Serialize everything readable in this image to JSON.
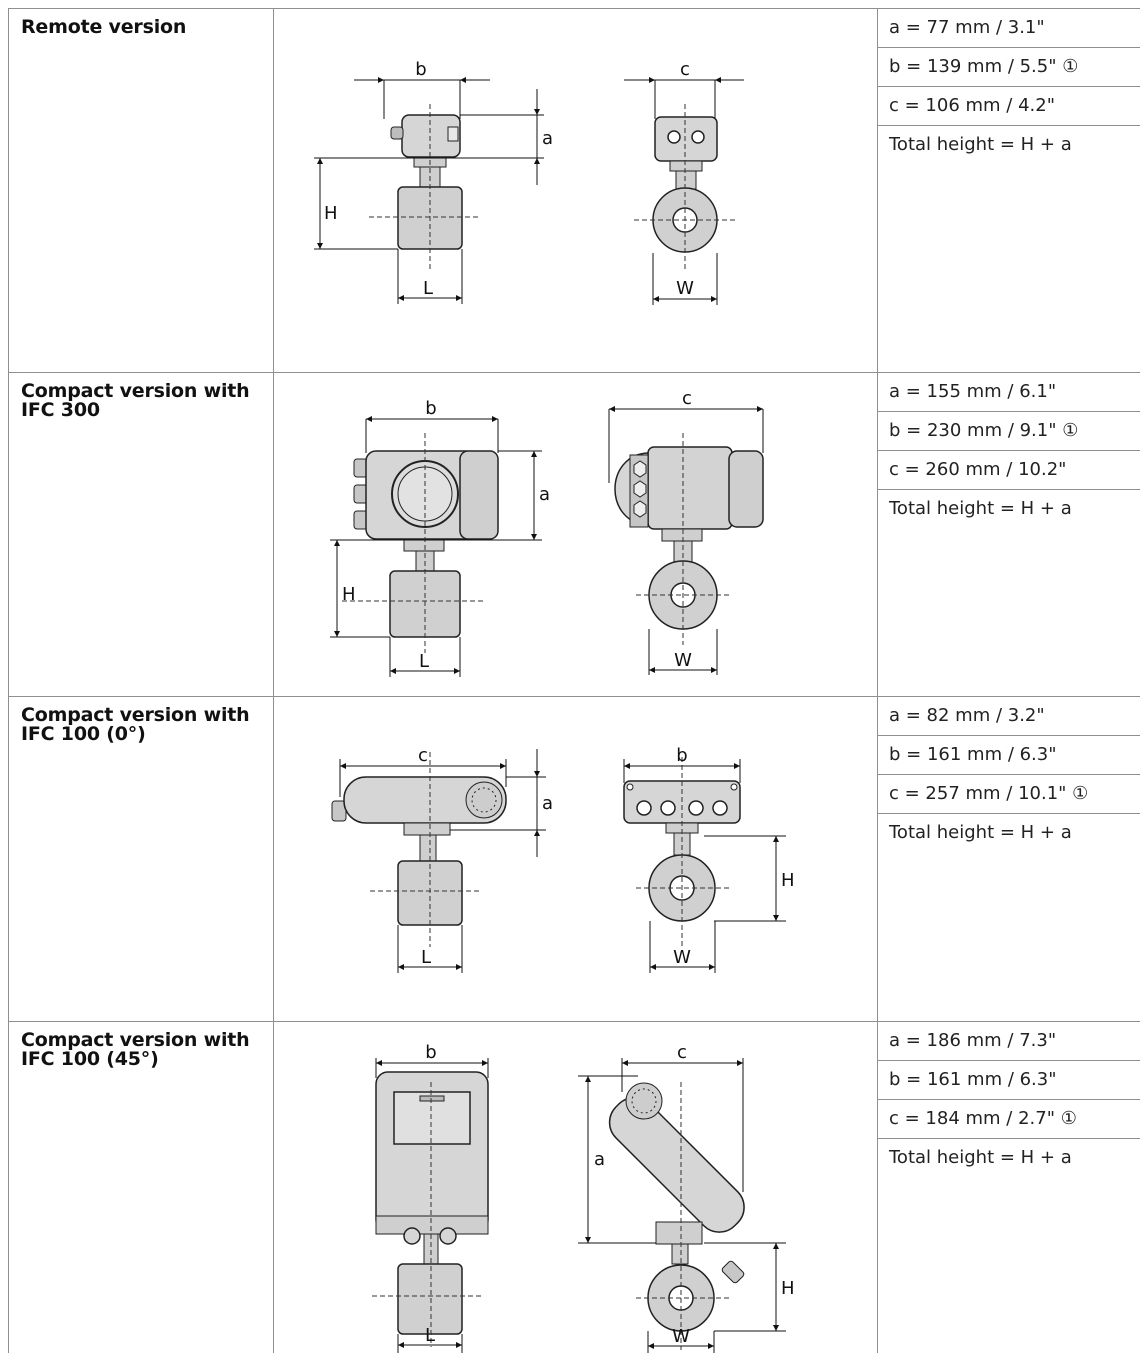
{
  "rows": [
    {
      "label_lines": [
        "Remote version"
      ],
      "params": [
        "a = 77 mm / 3.1\"",
        "b = 139 mm / 5.5\" ①",
        "c = 106 mm / 4.2\"",
        "Total height = H + a"
      ],
      "dim_labels": {
        "b": "b",
        "a": "a",
        "H": "H",
        "L": "L",
        "c": "c",
        "W": "W"
      }
    },
    {
      "label_lines": [
        "Compact version with",
        "IFC 300"
      ],
      "params": [
        "a = 155 mm / 6.1\"",
        "b = 230 mm / 9.1\" ①",
        "c = 260 mm / 10.2\"",
        "Total height = H + a"
      ],
      "dim_labels": {
        "b": "b",
        "a": "a",
        "H": "H",
        "L": "L",
        "c": "c",
        "W": "W"
      }
    },
    {
      "label_lines": [
        "Compact version with",
        "IFC 100 (0°)"
      ],
      "params": [
        "a = 82 mm / 3.2\"",
        "b = 161 mm / 6.3\"",
        "c = 257 mm / 10.1\" ①",
        "Total height = H + a"
      ],
      "dim_labels": {
        "c": "c",
        "a": "a",
        "L": "L",
        "b": "b",
        "H": "H",
        "W": "W"
      }
    },
    {
      "label_lines": [
        "Compact version with",
        "IFC 100 (45°)"
      ],
      "params": [
        "a = 186 mm / 7.3\"",
        "b = 161 mm / 6.3\"",
        "c = 184 mm / 2.7\" ①",
        "Total height = H + a"
      ],
      "dim_labels": {
        "b": "b",
        "L": "L",
        "c": "c",
        "a": "a",
        "H": "H",
        "W": "W"
      }
    }
  ]
}
